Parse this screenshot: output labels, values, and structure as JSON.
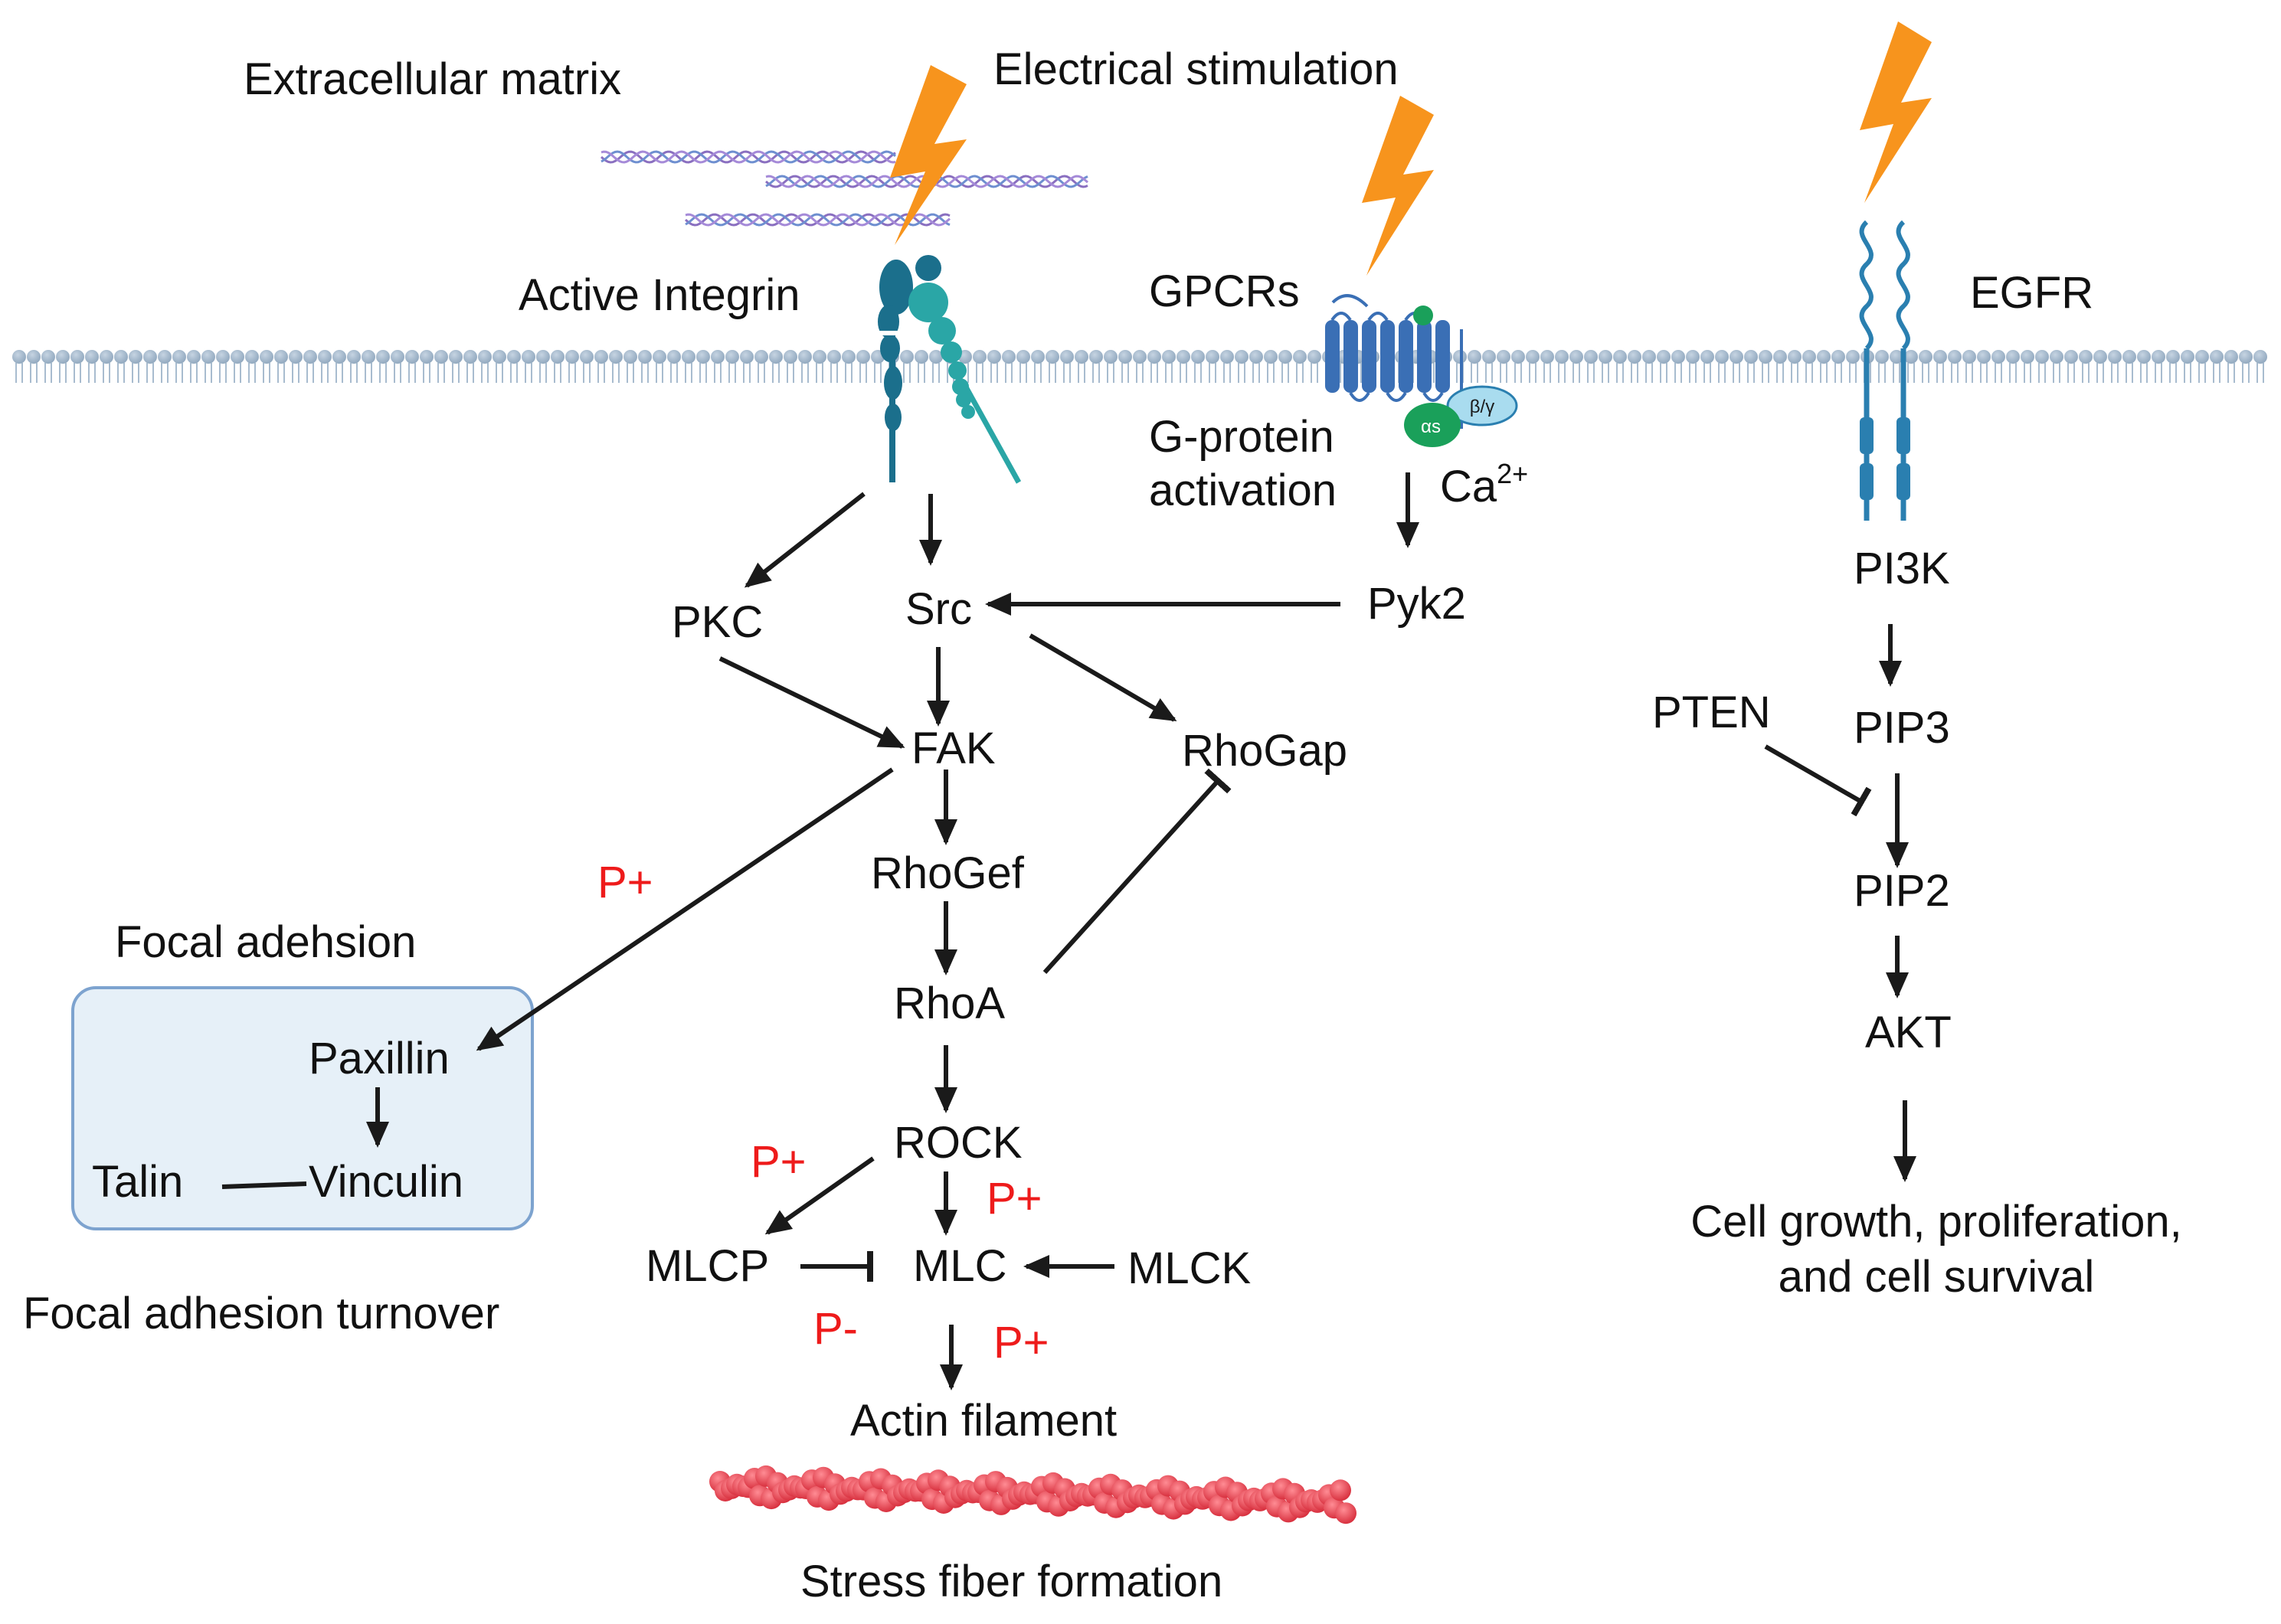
{
  "labels": {
    "ecm": "Extracellular matrix",
    "electrical": "Electrical stimulation",
    "integrin": "Active Integrin",
    "gpcrs": "GPCRs",
    "egfr": "EGFR",
    "gprotein_1": "G-protein",
    "gprotein_2": "activation",
    "ca": "Ca",
    "ca_sup": "2+",
    "alpha_s": "αs",
    "beta_gamma": "β/γ",
    "pkc": "PKC",
    "src": "Src",
    "pyk2": "Pyk2",
    "fak": "FAK",
    "rhogap": "RhoGap",
    "rhogef": "RhoGef",
    "rhoa": "RhoA",
    "rock": "ROCK",
    "mlcp": "MLCP",
    "mlc": "MLC",
    "mlck": "MLCK",
    "actin": "Actin filament",
    "stress": "Stress fiber formation",
    "focal_title": "Focal adehsion",
    "paxillin": "Paxillin",
    "talin": "Talin",
    "vinculin": "Vinculin",
    "fa_turnover": "Focal adhesion turnover",
    "pi3k": "PI3K",
    "pten": "PTEN",
    "pip3": "PIP3",
    "pip2": "PIP2",
    "akt": "AKT",
    "growth_1": "Cell growth, proliferation,",
    "growth_2": "and cell survival"
  },
  "phospho": {
    "fak_paxillin": "P+",
    "rock_mlcp": "P+",
    "rock_mlc": "P+",
    "mlcp_mlc": "P-",
    "mlc_actin": "P+"
  },
  "colors": {
    "lightning": "#f7941d",
    "membrane": "#9fb4c8",
    "integrin_dark": "#1b6f8c",
    "integrin_light": "#2aa6a6",
    "gpcr": "#3a6fb5",
    "galpha": "#1aa05a",
    "gbeta": "#a9dcef",
    "egfr": "#2a7fb0",
    "focal_box_fill": "#e6f0f8",
    "focal_box_stroke": "#7da3cf",
    "actin": "#e84a57",
    "phospho": "#ee1b1b"
  }
}
